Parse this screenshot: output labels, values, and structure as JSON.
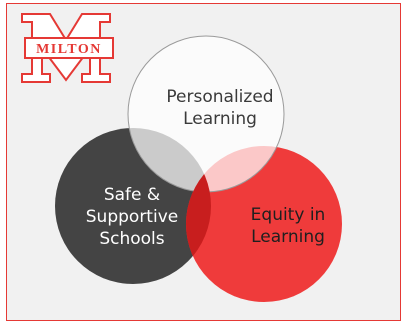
{
  "logo": {
    "text": "MILTON",
    "color": "#e53935"
  },
  "venn": {
    "circles": [
      {
        "id": "personalized",
        "label": "Personalized\nLearning",
        "color": "#ffffff"
      },
      {
        "id": "safe",
        "label": "Safe &\nSupportive\nSchools",
        "color": "#444444"
      },
      {
        "id": "equity",
        "label": "Equity in\nLearning",
        "color": "#ef3b3b"
      }
    ]
  }
}
